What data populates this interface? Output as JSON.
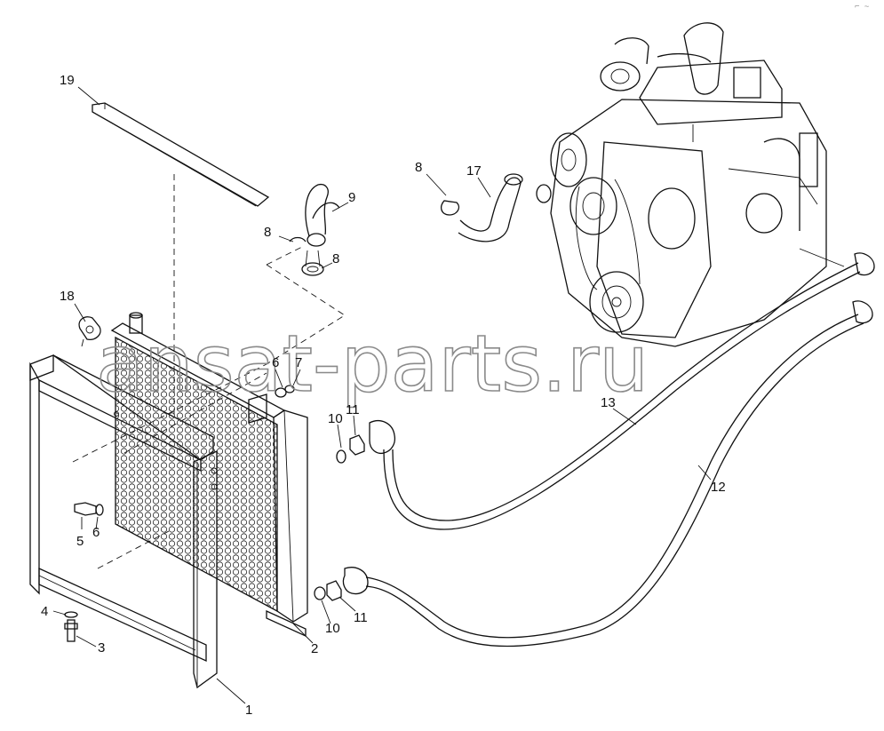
{
  "watermark": "ansat-parts.ru",
  "corner_mark": "⌐ ~",
  "callouts": [
    "19",
    "9",
    "8",
    "8",
    "8",
    "17",
    "18",
    "6",
    "7",
    "10",
    "11",
    "13",
    "12",
    "5",
    "6",
    "4",
    "3",
    "10",
    "11",
    "2",
    "1"
  ]
}
